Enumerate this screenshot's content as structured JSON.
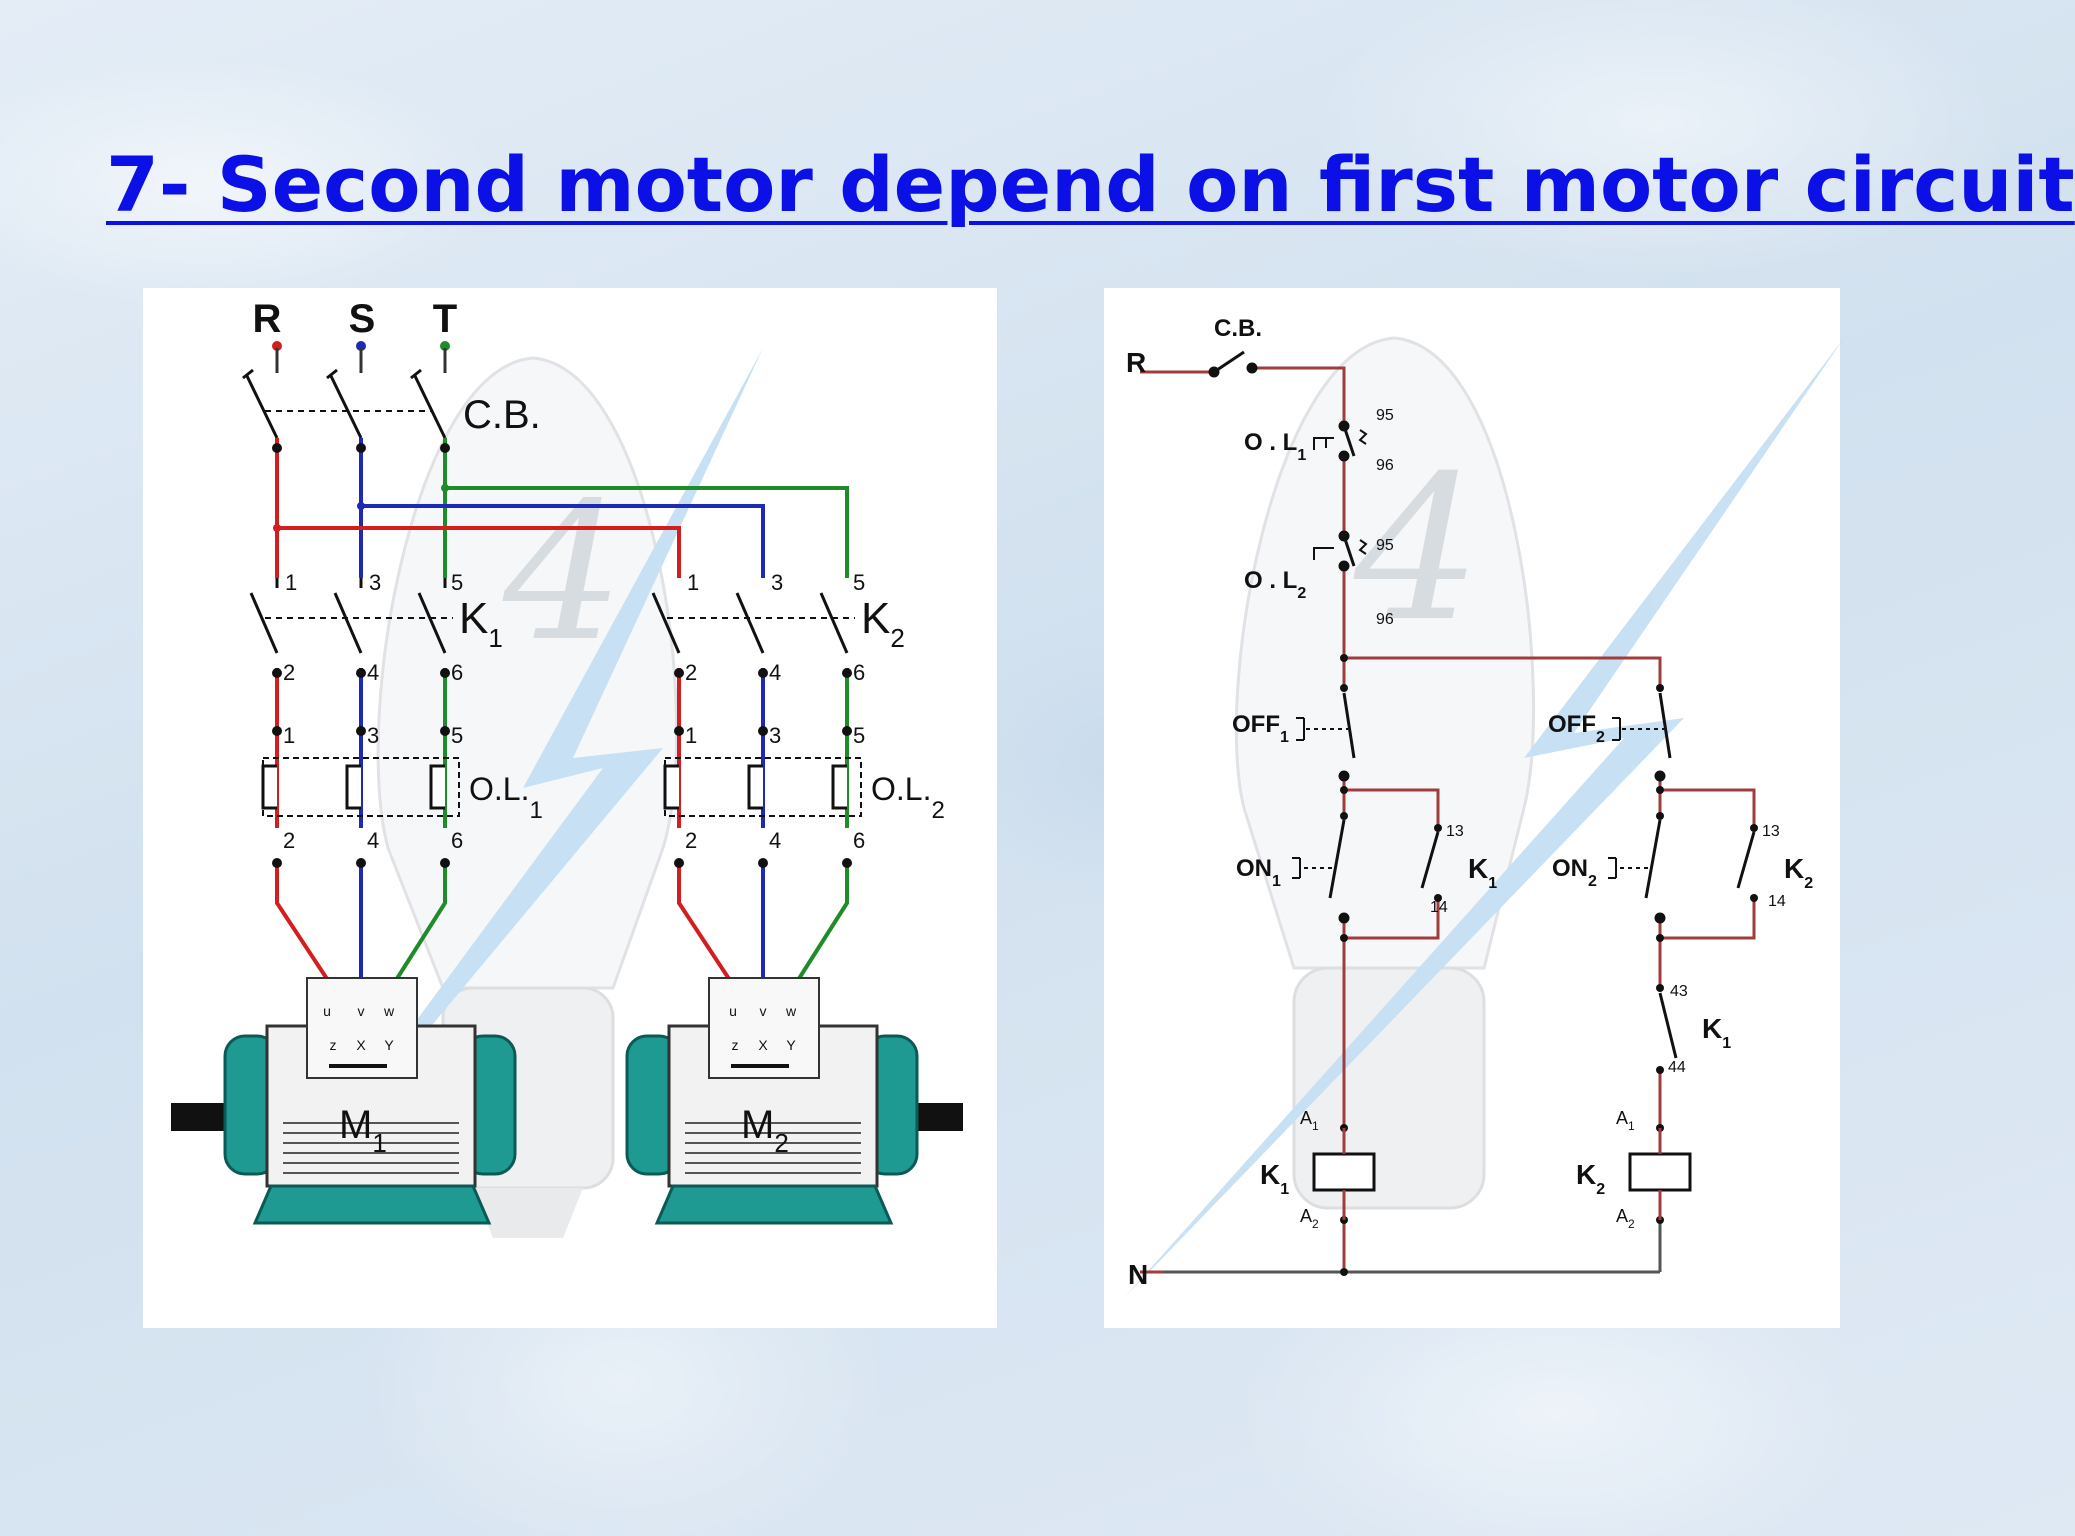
{
  "title": "7- Second motor depend on first motor circuit",
  "colors": {
    "title": "#0a10e6",
    "phase_r": "#d21e1e",
    "phase_s": "#1e2ab4",
    "phase_t": "#1e8c28",
    "control_wire": "#a03c3c",
    "motor_body": "#1f9a92"
  },
  "power_circuit": {
    "phases": [
      "R",
      "S",
      "T"
    ],
    "breaker": "C.B.",
    "k1": {
      "main": "K",
      "sub": "1"
    },
    "k2": {
      "main": "K",
      "sub": "2"
    },
    "ol1": {
      "main": "O.L.",
      "sub": "1"
    },
    "ol2": {
      "main": "O.L.",
      "sub": "2"
    },
    "terminals_top": [
      "1",
      "3",
      "5"
    ],
    "terminals_bottom": [
      "2",
      "4",
      "6"
    ],
    "motor_terminals_top": [
      "u",
      "v",
      "w"
    ],
    "motor_terminals_bottom": [
      "z",
      "X",
      "Y"
    ],
    "m1": {
      "main": "M",
      "sub": "1"
    },
    "m2": {
      "main": "M",
      "sub": "2"
    }
  },
  "control_circuit": {
    "line": "R",
    "neutral": "N",
    "breaker": "C.B.",
    "ol1": {
      "main": "O . L",
      "sub": "1"
    },
    "ol2": {
      "main": "O . L",
      "sub": "2"
    },
    "ol_pins": [
      "95",
      "96"
    ],
    "off1": {
      "main": "OFF",
      "sub": "1"
    },
    "off2": {
      "main": "OFF",
      "sub": "2"
    },
    "on1": {
      "main": "ON",
      "sub": "1"
    },
    "on2": {
      "main": "ON",
      "sub": "2"
    },
    "k1_aux": {
      "main": "K",
      "sub": "1"
    },
    "k2_aux": {
      "main": "K",
      "sub": "2"
    },
    "no_pins": [
      "13",
      "14"
    ],
    "interlock": {
      "main": "K",
      "sub": "1",
      "pins": [
        "43",
        "44"
      ]
    },
    "coil1": {
      "main": "K",
      "sub": "1"
    },
    "coil2": {
      "main": "K",
      "sub": "2"
    },
    "coil_pins": {
      "a1_main": "A",
      "a1_sub": "1",
      "a2_main": "A",
      "a2_sub": "2"
    }
  }
}
